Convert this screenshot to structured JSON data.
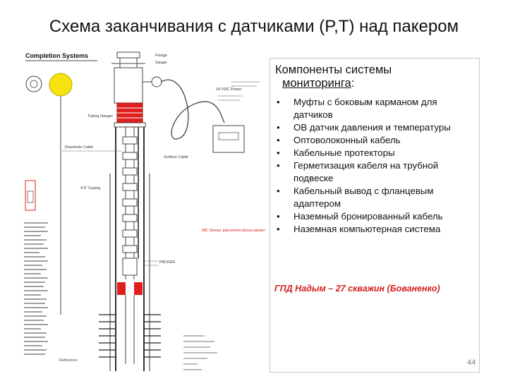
{
  "title": "Схема заканчивания с датчиками (P,T) над пакером",
  "panel": {
    "heading_prefix": "Компоненты системы",
    "heading_underlined": "мониторинга",
    "heading_suffix": ":",
    "bullet_glyph": "•",
    "items": [
      "Муфты с боковым карманом для датчиков",
      "ОВ датчик давления и температуры",
      "Оптоволоконный кабель",
      "Кабельные протекторы",
      "Герметизация кабеля на трубной подвеске",
      "Кабельный вывод с фланцевым адаптером",
      "Наземный бронированный кабель",
      "Наземная компьютерная система"
    ]
  },
  "footnote": "ГПД Надым – 27 скважин (Бованенко)",
  "page_number": "44",
  "diagram": {
    "header": "Completion Systems",
    "labels": {
      "flange": "Flange",
      "gauge": "Gauge",
      "surface_cable": "Surface Cable",
      "power": "24 VDC Power",
      "tubing_hanger": "Tubing Hanger",
      "downhole_cable": "Downhole Cable",
      "casing": "4.5\" Casing",
      "packer": "PACKER",
      "note": "NB: Sensor placement above packer",
      "reference": "Reference"
    }
  },
  "colors": {
    "accent_red": "#e0201e",
    "footnote_red": "#d62020",
    "yellow_gauge": "#f5e20f",
    "line": "#444444"
  }
}
